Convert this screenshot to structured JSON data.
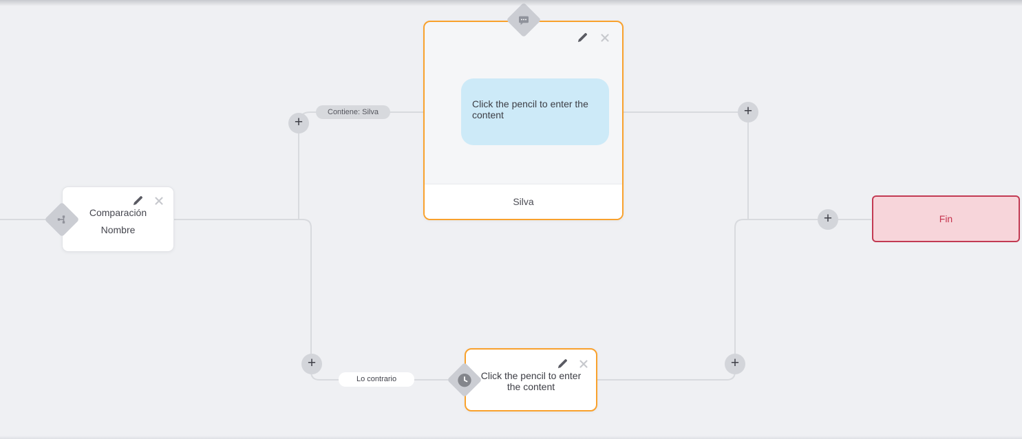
{
  "canvas": {
    "background_color": "#eff0f3",
    "wire_color": "#d8dade",
    "accent_orange": "#f9a12c",
    "accent_red": "#c23a52",
    "bubble_blue": "#cdeaf8"
  },
  "condition_node": {
    "title_line1": "Comparación",
    "title_line2": "Nombre",
    "type_icon": "branch-icon"
  },
  "branches": {
    "true_label": "Contiene: Silva",
    "false_label": "Lo contrario"
  },
  "message_node": {
    "bubble_text": "Click the pencil to enter the content",
    "variable_label": "Silva",
    "type_icon": "chat-bubble-icon"
  },
  "delay_node": {
    "body_text": "Click the pencil to enter the content",
    "type_icon": "clock-icon"
  },
  "end_node": {
    "label": "Fin"
  },
  "controls": {
    "add_symbol": "+",
    "edit_icon": "pencil-icon",
    "delete_icon": "close-icon"
  }
}
